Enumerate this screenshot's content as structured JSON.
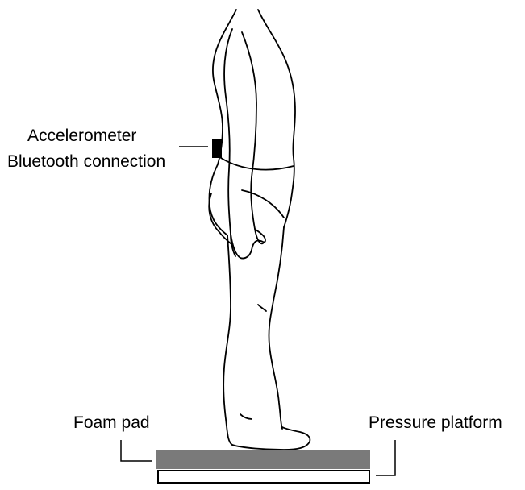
{
  "labels": {
    "accelerometer": "Accelerometer",
    "bluetooth": "Bluetooth connection",
    "foam_pad": "Foam pad",
    "pressure_platform": "Pressure platform"
  },
  "colors": {
    "foam_pad": "#7a7a7a",
    "outline": "#000000",
    "background": "#ffffff"
  }
}
